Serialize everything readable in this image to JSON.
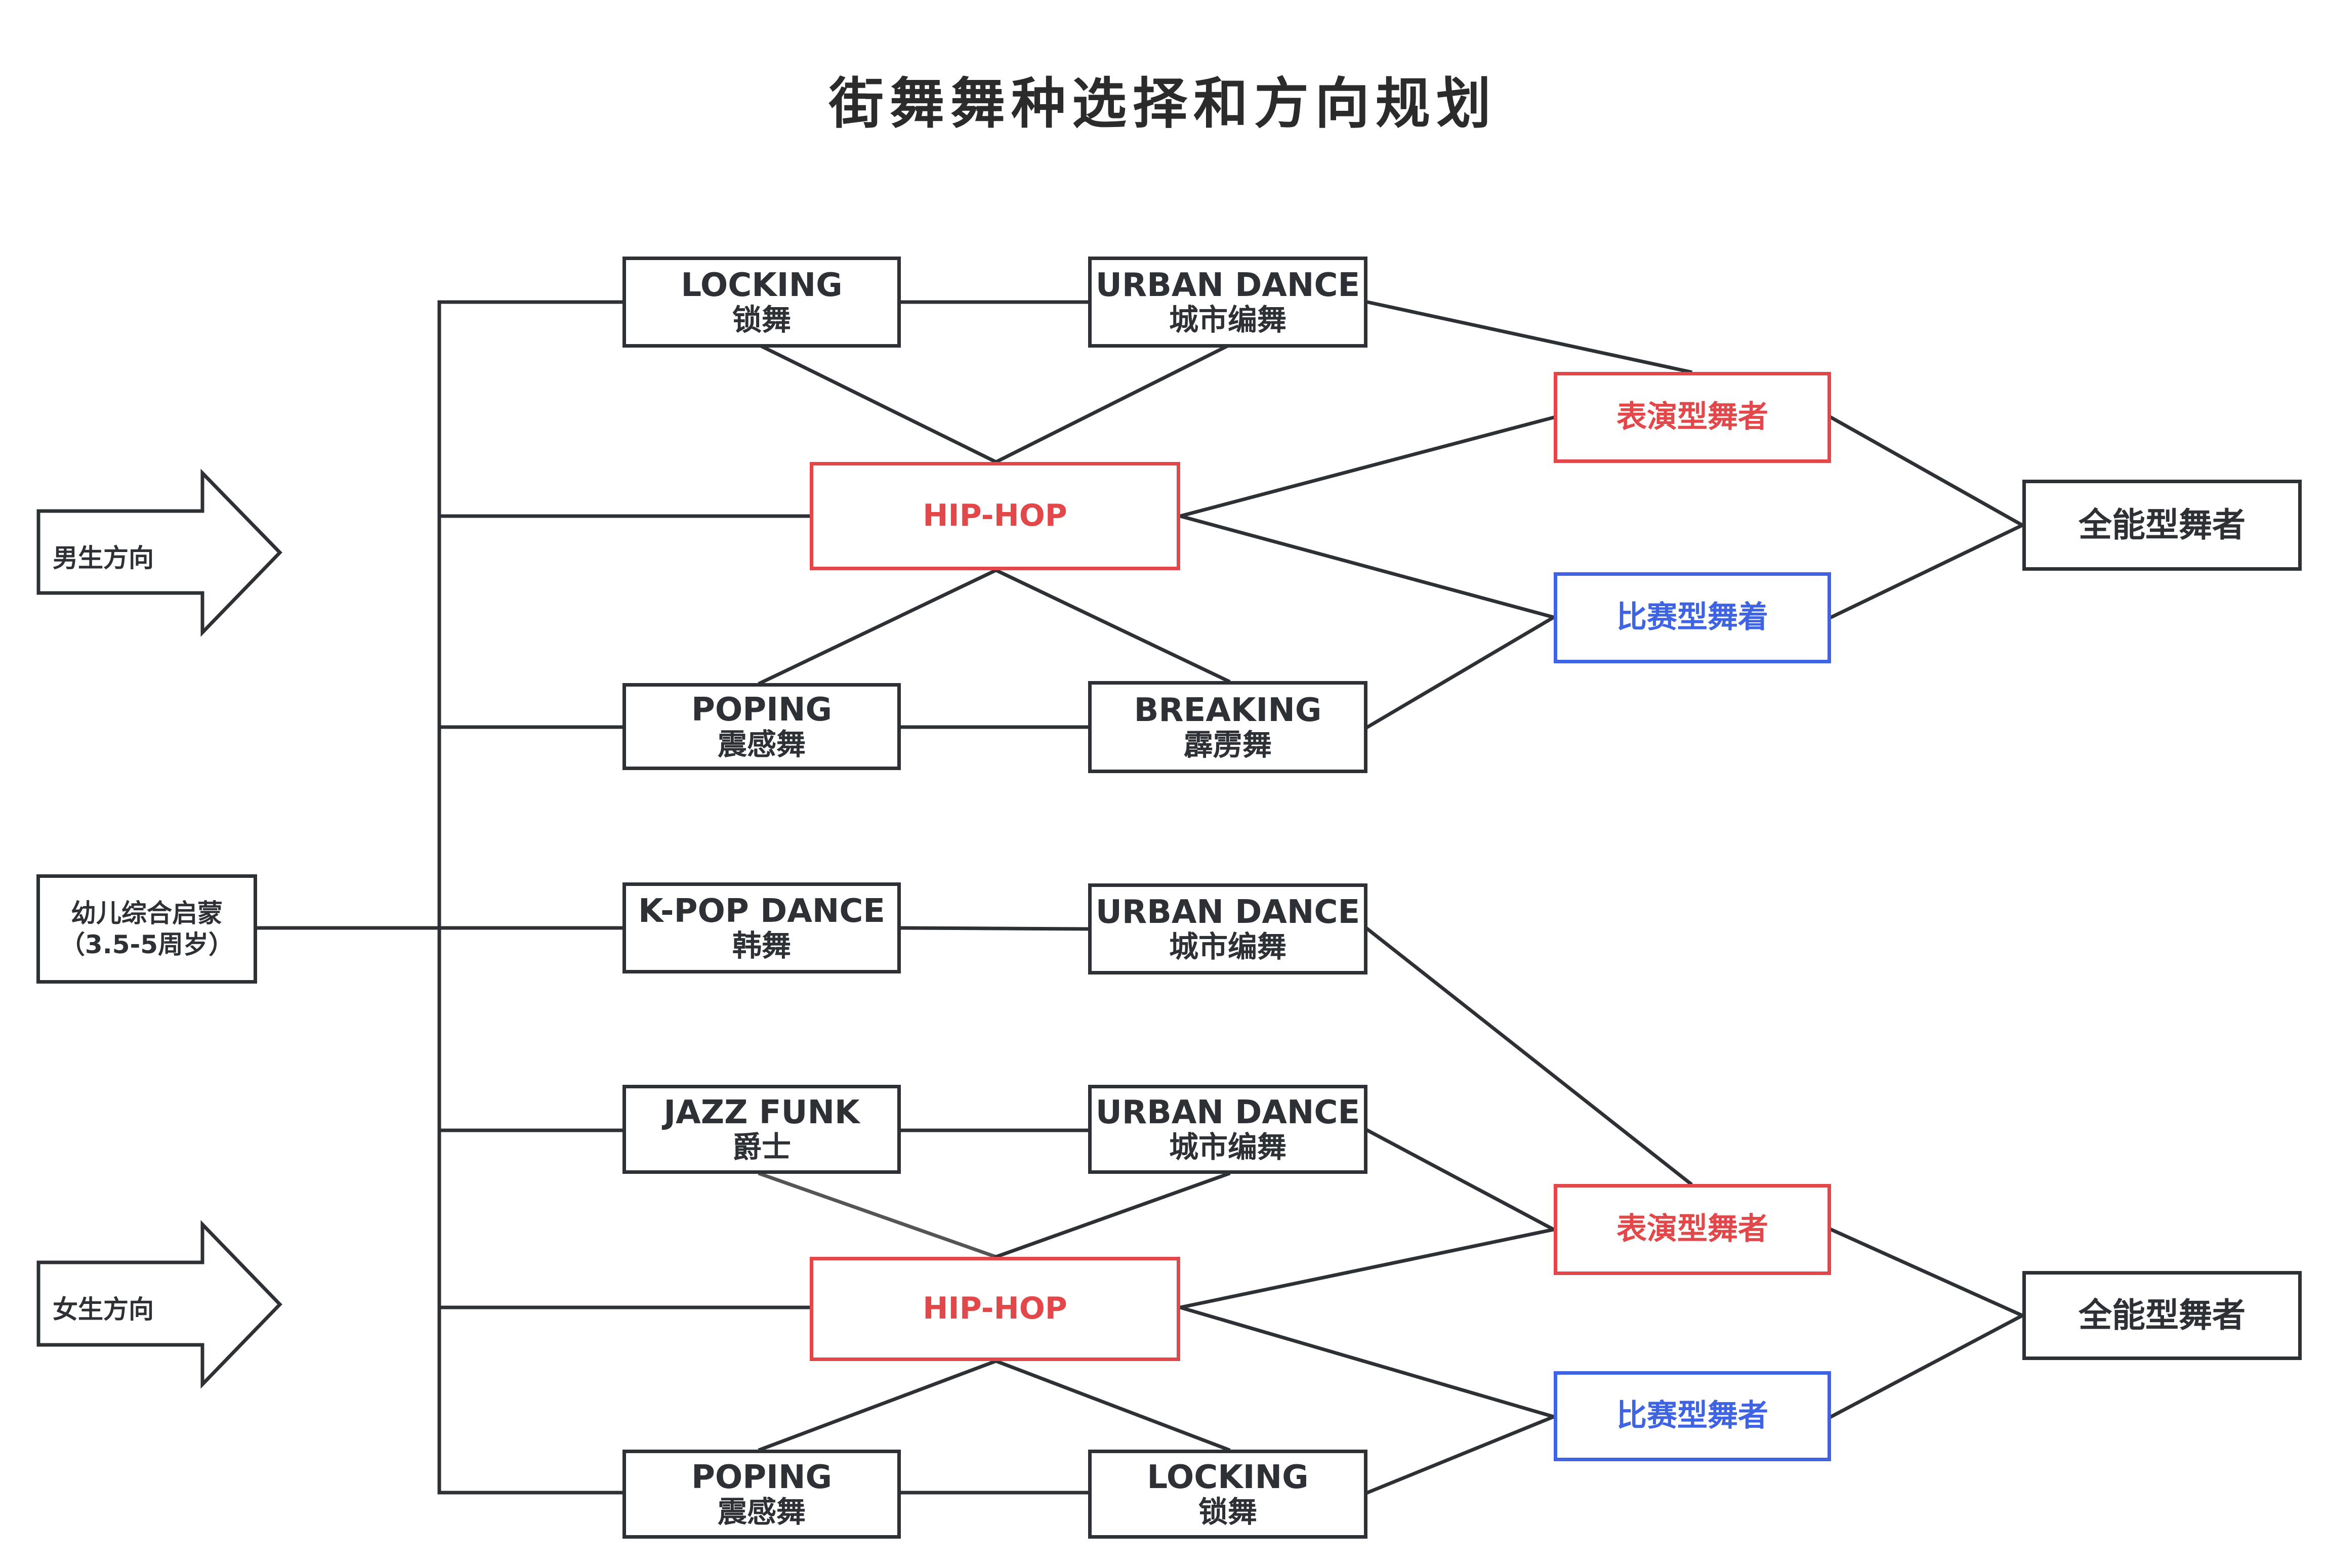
{
  "title": "街舞舞种选择和方向规划",
  "root": {
    "line1": "幼儿综合启蒙",
    "line2": "（3.5-5周岁）"
  },
  "arrows": {
    "male": "男生方向",
    "female": "女生方向"
  },
  "male": {
    "locking": {
      "en": "LOCKING",
      "zh": "锁舞"
    },
    "urban": {
      "en": "URBAN DANCE",
      "zh": "城市编舞"
    },
    "hiphop": "HIP-HOP",
    "poping": {
      "en": "POPING",
      "zh": "震感舞"
    },
    "breaking": {
      "en": "BREAKING",
      "zh": "霹雳舞"
    },
    "performer": "表演型舞者",
    "competitor": "比赛型舞着",
    "allround": "全能型舞者"
  },
  "female": {
    "kpop": {
      "en": "K-POP DANCE",
      "zh": "韩舞"
    },
    "urban1": {
      "en": "URBAN DANCE",
      "zh": "城市编舞"
    },
    "jazz": {
      "en": "JAZZ FUNK",
      "zh": "爵士"
    },
    "urban2": {
      "en": "URBAN DANCE",
      "zh": "城市编舞"
    },
    "hiphop": "HIP-HOP",
    "poping": {
      "en": "POPING",
      "zh": "震感舞"
    },
    "locking": {
      "en": "LOCKING",
      "zh": "锁舞"
    },
    "performer": "表演型舞者",
    "competitor": "比赛型舞者",
    "allround": "全能型舞者"
  },
  "colors": {
    "line": "#2d3136",
    "red": "#e2474a",
    "blue": "#3e63e3"
  }
}
